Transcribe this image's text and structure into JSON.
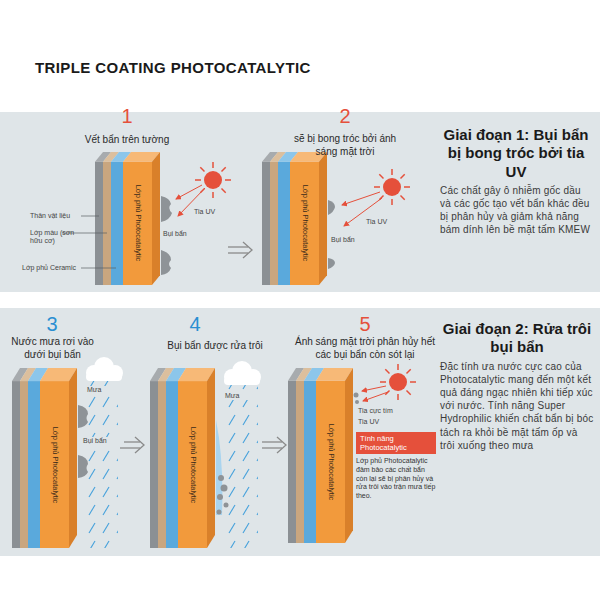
{
  "diagram": {
    "title": "TRIPLE COATING PHOTOCATALYTIC",
    "nodes": [
      {
        "text": [
          "Giai đoạn 1: Bụi bẩn bị bong tróc bởi tia UV",
          "Các chất gây ô nhiễm gốc dầu và các gốc tạo vết bẩn khác đều bị phân hủy và giảm khả năng bám dính lên bề mặt tấm KMEW"
        ]
      },
      {
        "text": [
          "Giai đoạn 2: Rửa trôi bụi bẩn",
          "Đặc tính ưa nước cực cao của Photocatalytic mang đến một kết quả đáng ngạc nhiên khi tiếp xúc với nước. Tính năng Super Hydrophilic khiến chất bẩn bị bóc tách ra khỏi bề mặt tấm ốp và trôi xuống theo mưa"
        ]
      },
      {
        "text": [
          "Tính năng Photocatalytic",
          "Lớp phủ Photocatalytic đảm bảo các chất bẩn còn lại sẽ bị phân hủy và rửa trôi vào trận mưa tiếp theo."
        ],
        "in": 1
      }
    ],
    "labels": [
      "1",
      "Vết bẩn trên tường",
      "Thân vật liệu",
      "Lớp màu (sơn hữu cơ)",
      "Lớp phủ Ceramic",
      "Lớp phủ Photocatalytic",
      "Tia UV",
      "Bụi bẩn",
      "2",
      "sẽ bị bong tróc bởi ánh sáng mặt trời",
      "Lớp phủ Photocatalytic",
      "Tia UV",
      "Bụi bẩn",
      "3",
      "Nước mưa rơi vào dưới bụi bẩn",
      "Mưa",
      "Lớp phủ Photocatalytic",
      "Bụi bẩn",
      "4",
      "Bụi bẩn được rửa trôi",
      "Mưa",
      "Lớp phủ Photocatalytic",
      "5",
      "Ánh sáng mặt trời phân hủy hết các bụi bẩn còn sót lại",
      "Tia cực tím",
      "Tia UV",
      "Lớp phủ Photocatalytic"
    ]
  }
}
